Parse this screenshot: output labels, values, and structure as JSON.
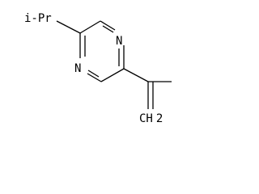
{
  "structure": {
    "labels": {
      "isopropyl": "i-Pr",
      "nitrogen_top": "N",
      "nitrogen_bottom": "N",
      "methylene": "CH",
      "methylene_subscript": "2"
    }
  },
  "colors": {
    "bond": "#000000",
    "text": "#000000",
    "background": "#ffffff"
  }
}
